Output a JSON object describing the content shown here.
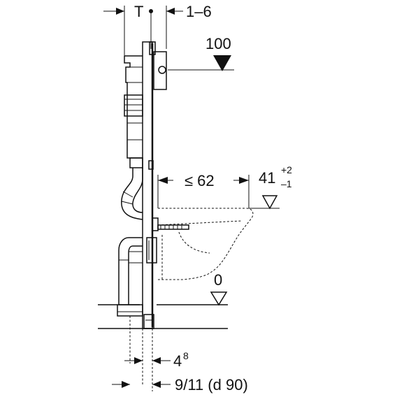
{
  "dimensions": {
    "frame_depth_symbol": "T",
    "adjust_range": "1–6",
    "top_height": "100",
    "max_projection": "≤ 62",
    "pan_height_base": "41",
    "pan_height_plus": "+2",
    "pan_height_minus": "–1",
    "floor_level": "0",
    "offset_base": "4",
    "offset_sup": "8",
    "pipe_dimension": "9/11 (d 90)"
  }
}
